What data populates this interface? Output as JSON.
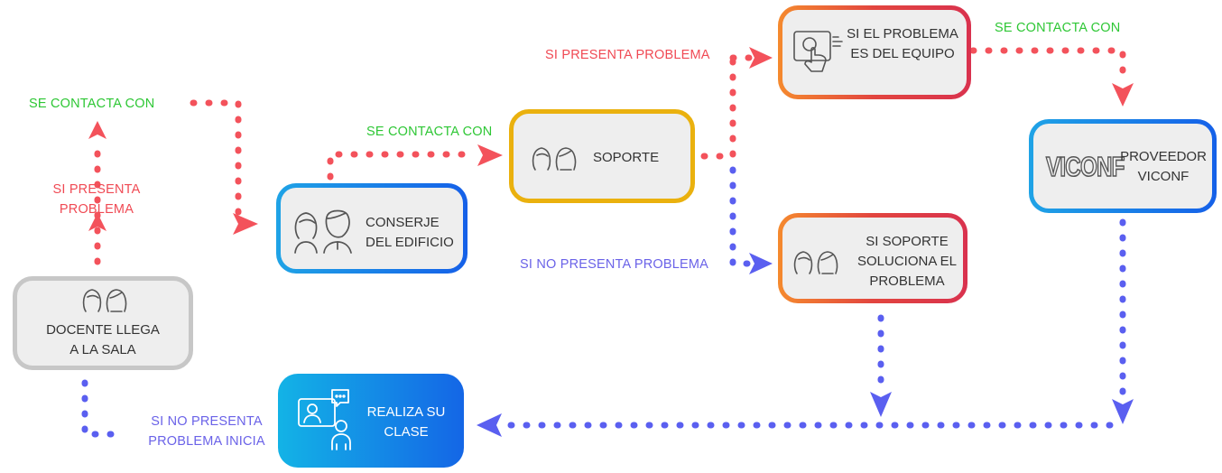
{
  "colors": {
    "red": "#f04a54",
    "green": "#2ec735",
    "purple": "#6a62e8",
    "blue_flow": "#5a5ff0",
    "red_flow": "#f3525b",
    "node_fill": "#eeeeee"
  },
  "nodes": {
    "docente": {
      "line1": "DOCENTE LLEGA",
      "line2": "A LA SALA",
      "icon": "two-people-icon"
    },
    "conserje": {
      "line1": "CONSERJE",
      "line2": "DEL EDIFICIO",
      "icon": "two-people-icon"
    },
    "soporte": {
      "label": "SOPORTE",
      "icon": "two-people-icon"
    },
    "equipo": {
      "line1": "SI EL PROBLEMA",
      "line2": "ES DEL EQUIPO",
      "icon": "touch-screen-icon"
    },
    "soluciona": {
      "line1": "SI SOPORTE",
      "line2": "SOLUCIONA EL",
      "line3": "PROBLEMA",
      "icon": "two-people-icon"
    },
    "proveedor": {
      "logo": "VICONF",
      "line1": "PROVEEDOR",
      "line2": "VICONF"
    },
    "realiza": {
      "line1": "REALIZA SU",
      "line2": "CLASE",
      "icon": "video-call-icon"
    }
  },
  "labels": {
    "se_contacta_left": "SE CONTACTA CON",
    "si_presenta_left_1": "SI PRESENTA",
    "si_presenta_left_2": "PROBLEMA",
    "se_contacta_mid": "SE CONTACTA CON",
    "si_presenta_top": "SI PRESENTA PROBLEMA",
    "se_contacta_right": "SE CONTACTA CON",
    "si_no_presenta_mid": "SI NO PRESENTA PROBLEMA",
    "si_no_inicia_1": "SI NO PRESENTA",
    "si_no_inicia_2": "PROBLEMA INICIA"
  }
}
